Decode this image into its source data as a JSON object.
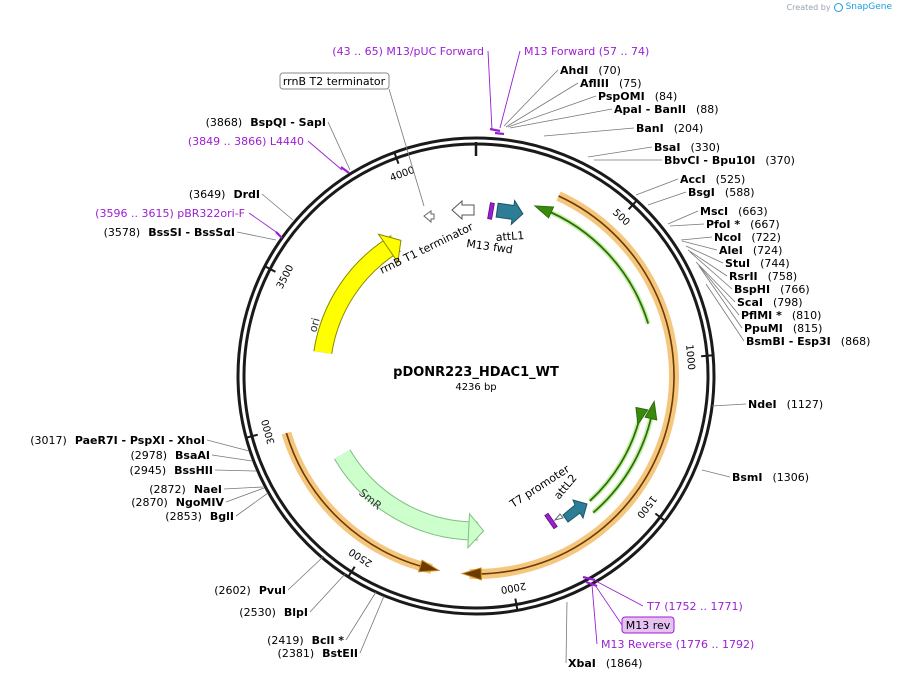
{
  "branding": {
    "created_by": "Created by",
    "product": "SnapGene"
  },
  "plasmid": {
    "name": "pDONR223_HDAC1_WT",
    "size_label": "4236 bp",
    "length": 4236
  },
  "ticks": [
    {
      "bp": 4000,
      "label": "4000"
    },
    {
      "bp": 500,
      "label": "500"
    },
    {
      "bp": 1000,
      "label": "1000"
    },
    {
      "bp": 1500,
      "label": "1500"
    },
    {
      "bp": 2000,
      "label": "2000"
    },
    {
      "bp": 2500,
      "label": "2500"
    },
    {
      "bp": 3000,
      "label": "3000"
    },
    {
      "bp": 3500,
      "label": "3500"
    }
  ],
  "features": [
    {
      "name": "ori",
      "label": "ori",
      "start": 3280,
      "end": 3870,
      "ring": "inner",
      "dir": "cw",
      "fill": "#ffff00",
      "stroke": "#8a8a00",
      "label_color": "#333333"
    },
    {
      "name": "smr",
      "label": "SmR",
      "start": 2110,
      "end": 2820,
      "ring": "inner",
      "dir": "ccw",
      "fill": "#ccffcc",
      "stroke": "#7fbf7f",
      "label_color": "#333333"
    },
    {
      "name": "insert-orange",
      "label": "",
      "start": 290,
      "end": 2140,
      "ring": "orange",
      "dir": "cw",
      "fill": "#f5c77e",
      "stroke": "#c98a1e"
    },
    {
      "name": "insert-orange-2",
      "label": "",
      "start": 2270,
      "end": 2980,
      "ring": "orange2",
      "dir": "ccw",
      "fill": "#f5c77e",
      "stroke": "#c98a1e"
    },
    {
      "name": "green-arrow-1",
      "label": "",
      "start": 250,
      "end": 860,
      "ring": "green1",
      "dir": "ccw",
      "fill": "#3a8a0e",
      "stroke": "#2c6e08"
    },
    {
      "name": "green-arrow-2",
      "label": "",
      "start": 1180,
      "end": 1640,
      "ring": "green2",
      "dir": "ccw",
      "fill": "#3a8a0e",
      "stroke": "#2c6e08"
    },
    {
      "name": "green-arrow-3",
      "label": "",
      "start": 1620,
      "end": 1230,
      "ring": "green3",
      "dir": "cw",
      "fill": "#3a8a0e",
      "stroke": "#2c6e08"
    }
  ],
  "site_labels": [
    {
      "name": "ahdi",
      "pos": "(70)",
      "enzyme": "AhdI"
    },
    {
      "name": "aflIII",
      "pos": "(75)",
      "enzyme": "AflIII"
    },
    {
      "name": "pspomi",
      "pos": "(84)",
      "enzyme": "PspOMI"
    },
    {
      "name": "apai-banii",
      "pos": "(88)",
      "enzyme": "ApaI  - BanII"
    },
    {
      "name": "bani",
      "pos": "(204)",
      "enzyme": "BanI"
    },
    {
      "name": "bsai",
      "pos": "(330)",
      "enzyme": "BsaI"
    },
    {
      "name": "bbvci-bpu10i",
      "pos": "(370)",
      "enzyme": "BbvCI  - Bpu10I"
    },
    {
      "name": "acci",
      "pos": "(525)",
      "enzyme": "AccI"
    },
    {
      "name": "bsgi",
      "pos": "(588)",
      "enzyme": "BsgI"
    },
    {
      "name": "msci",
      "pos": "(663)",
      "enzyme": "MscI"
    },
    {
      "name": "pfoi",
      "pos": "(667)",
      "enzyme": "PfoI *"
    },
    {
      "name": "ncoi",
      "pos": "(722)",
      "enzyme": "NcoI"
    },
    {
      "name": "alei",
      "pos": "(724)",
      "enzyme": "AleI"
    },
    {
      "name": "stui",
      "pos": "(744)",
      "enzyme": "StuI"
    },
    {
      "name": "rsrii",
      "pos": "(758)",
      "enzyme": "RsrII"
    },
    {
      "name": "bsphi",
      "pos": "(766)",
      "enzyme": "BspHI"
    },
    {
      "name": "scai",
      "pos": "(798)",
      "enzyme": "ScaI"
    },
    {
      "name": "pflmi",
      "pos": "(810)",
      "enzyme": "PflMI *"
    },
    {
      "name": "ppumi",
      "pos": "(815)",
      "enzyme": "PpuMI"
    },
    {
      "name": "bsmbi-esp3i",
      "pos": "(868)",
      "enzyme": "BsmBI  - Esp3I"
    },
    {
      "name": "ndei",
      "pos": "(1127)",
      "enzyme": "NdeI"
    },
    {
      "name": "bsmi",
      "pos": "(1306)",
      "enzyme": "BsmI"
    },
    {
      "name": "xbai",
      "pos": "(1864)",
      "enzyme": "XbaI"
    },
    {
      "name": "bsteii",
      "pos": "(2381)",
      "enzyme": "BstEII"
    },
    {
      "name": "bcli",
      "pos": "(2419)",
      "enzyme": "BclI *"
    },
    {
      "name": "blpi",
      "pos": "(2530)",
      "enzyme": "BlpI"
    },
    {
      "name": "pvui",
      "pos": "(2602)",
      "enzyme": "PvuI"
    },
    {
      "name": "bgli",
      "pos": "(2853)",
      "enzyme": "BglI"
    },
    {
      "name": "ngomiv",
      "pos": "(2870)",
      "enzyme": "NgoMIV"
    },
    {
      "name": "naei",
      "pos": "(2872)",
      "enzyme": "NaeI"
    },
    {
      "name": "bsshii",
      "pos": "(2945)",
      "enzyme": "BssHII"
    },
    {
      "name": "bsaai",
      "pos": "(2978)",
      "enzyme": "BsaAI"
    },
    {
      "name": "paer7i",
      "pos": "(3017)",
      "enzyme": "PaeR7I  - PspXI  - XhoI"
    },
    {
      "name": "bsssi-bssai",
      "pos": "(3578)",
      "enzyme": "BssSI  - BssSαI"
    },
    {
      "name": "drdi",
      "pos": "(3649)",
      "enzyme": "DrdI"
    },
    {
      "name": "bspqi-sapi",
      "pos": "(3868)",
      "enzyme": "BspQI  - SapI"
    }
  ],
  "primer_labels": [
    {
      "name": "m13-puc-forward",
      "text": "(43 .. 65)  M13/pUC Forward"
    },
    {
      "name": "m13-forward",
      "text": "M13 Forward    (57 .. 74)"
    },
    {
      "name": "l4440",
      "text": "(3849 .. 3866)  L4440"
    },
    {
      "name": "pbr322ori-f",
      "text": "(3596 .. 3615)  pBR322ori-F"
    },
    {
      "name": "t7",
      "text": "T7    (1752 .. 1771)"
    },
    {
      "name": "m13-reverse",
      "text": "M13 Reverse    (1776 .. 1792)"
    }
  ],
  "callouts": {
    "rrnb_t2": "rrnB T2 terminator",
    "m13_rev": "M13 rev"
  },
  "inner_labels": {
    "rrnb_t1": "rrnB T1 terminator",
    "attl1": "attL1",
    "m13_fwd": "M13 fwd",
    "t7_promoter": "T7 promoter",
    "attl2": "attL2"
  },
  "colors": {
    "backbone": "#1a1a1a",
    "enzyme": "#000000",
    "primer": "#9b1fd1",
    "feature_teal": "#2e7d96",
    "callout_fill": "#e6c2f2"
  }
}
